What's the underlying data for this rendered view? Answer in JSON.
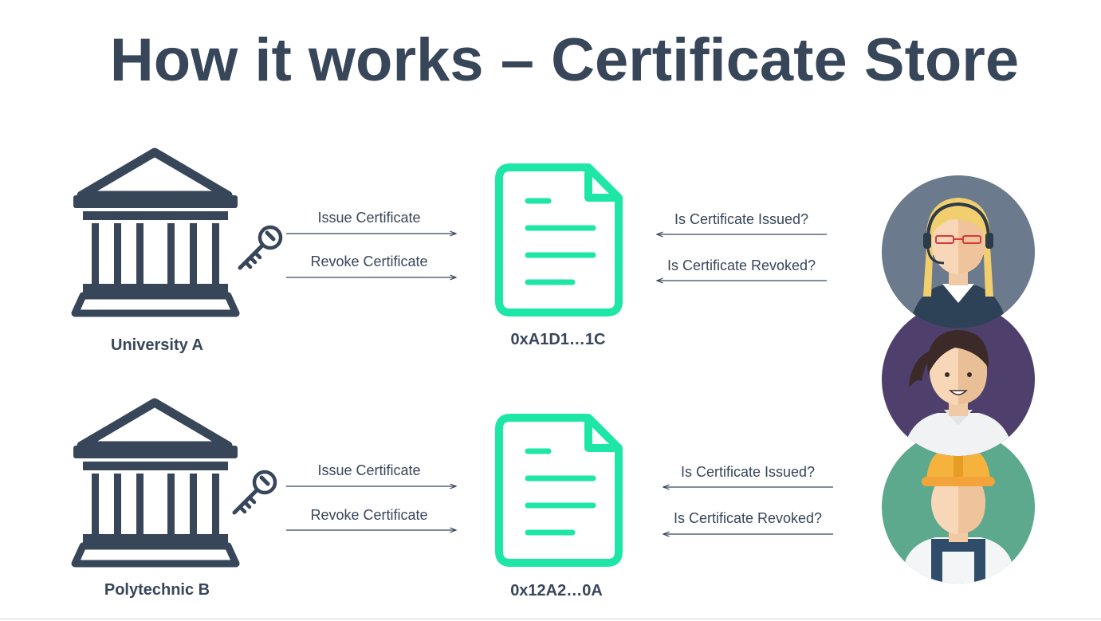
{
  "title": "How it works – Certificate Store",
  "rows": [
    {
      "institution": "University A",
      "address": "0xA1D1…1C",
      "actions": [
        "Issue Certificate",
        "Revoke Certificate"
      ],
      "queries": [
        "Is Certificate Issued?",
        "Is Certificate Revoked?"
      ]
    },
    {
      "institution": "Polytechnic B",
      "address": "0x12A2…0A",
      "actions": [
        "Issue Certificate",
        "Revoke Certificate"
      ],
      "queries": [
        "Is Certificate Issued?",
        "Is Certificate Revoked?"
      ]
    }
  ],
  "icons": {
    "institution": "bank-building-icon",
    "key": "key-icon",
    "document": "document-icon",
    "avatars": [
      "support-agent-avatar",
      "woman-avatar",
      "construction-worker-avatar"
    ]
  },
  "colors": {
    "text": "#38465a",
    "document": "#1ee6a7",
    "avatar_backgrounds": [
      "#6b7a8c",
      "#4f3f6c",
      "#5ca98d"
    ]
  }
}
